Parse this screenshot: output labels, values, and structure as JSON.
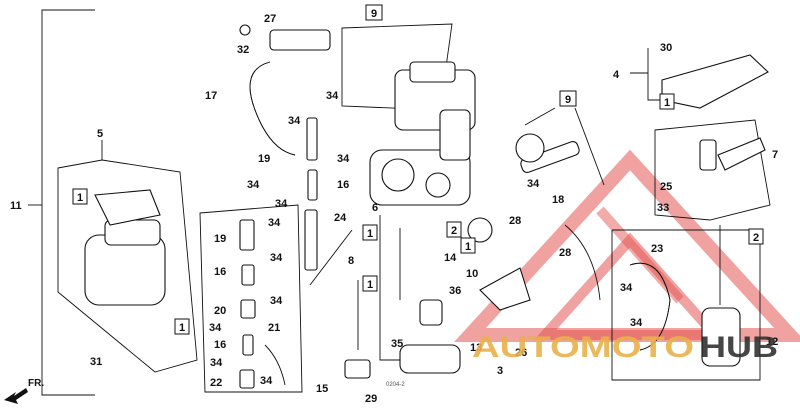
{
  "callouts": [
    {
      "text": "27"
    },
    {
      "text": "32"
    },
    {
      "text": "9"
    },
    {
      "text": "17"
    },
    {
      "text": "34"
    },
    {
      "text": "34"
    },
    {
      "text": "19"
    },
    {
      "text": "34"
    },
    {
      "text": "34"
    },
    {
      "text": "16"
    },
    {
      "text": "34"
    },
    {
      "text": "24"
    },
    {
      "text": "5"
    },
    {
      "text": "11"
    },
    {
      "text": "1"
    },
    {
      "text": "1"
    },
    {
      "text": "31"
    },
    {
      "text": "19"
    },
    {
      "text": "34"
    },
    {
      "text": "16"
    },
    {
      "text": "34"
    },
    {
      "text": "34"
    },
    {
      "text": "20"
    },
    {
      "text": "34"
    },
    {
      "text": "21"
    },
    {
      "text": "16"
    },
    {
      "text": "34"
    },
    {
      "text": "22"
    },
    {
      "text": "34"
    },
    {
      "text": "6"
    },
    {
      "text": "1"
    },
    {
      "text": "8"
    },
    {
      "text": "1"
    },
    {
      "text": "2"
    },
    {
      "text": "14"
    },
    {
      "text": "1"
    },
    {
      "text": "10"
    },
    {
      "text": "36"
    },
    {
      "text": "35"
    },
    {
      "text": "13"
    },
    {
      "text": "3"
    },
    {
      "text": "15"
    },
    {
      "text": "29"
    },
    {
      "text": "26"
    },
    {
      "text": "28"
    },
    {
      "text": "28"
    },
    {
      "text": "9"
    },
    {
      "text": "34"
    },
    {
      "text": "18"
    },
    {
      "text": "30"
    },
    {
      "text": "4"
    },
    {
      "text": "1"
    },
    {
      "text": "7"
    },
    {
      "text": "25"
    },
    {
      "text": "33"
    },
    {
      "text": "2"
    },
    {
      "text": "23"
    },
    {
      "text": "34"
    },
    {
      "text": "34"
    },
    {
      "text": "12"
    }
  ],
  "direction_label": "FR.",
  "watermark": {
    "word_a": "AUTOMOTO",
    "word_b": "HUB",
    "color_red": "#e0443f",
    "color_dark": "#333333"
  },
  "footer_code": "0204-2"
}
